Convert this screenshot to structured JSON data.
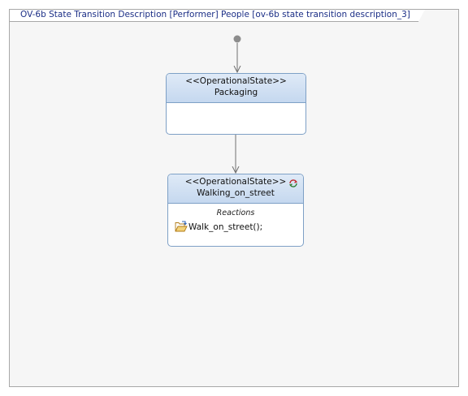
{
  "diagram": {
    "title": "OV-6b State Transition Description [Performer] People [ov-6b state transition description_3]"
  },
  "states": {
    "packaging": {
      "stereotype": "<<OperationalState>>",
      "name": "Packaging"
    },
    "walking": {
      "stereotype": "<<OperationalState>>",
      "name": "Walking_on_street",
      "reactions_title": "Reactions",
      "reaction": "Walk_on_street();"
    }
  },
  "colors": {
    "frame_title": "#1b2e86",
    "state_border": "#7ea0c6",
    "state_header_fill": "#c5d8ef",
    "initial_node": "#8c8c8c",
    "transition": "#707070"
  },
  "icons": {
    "reaction": "folder-action-icon",
    "state_marker": "cycle-icon"
  }
}
